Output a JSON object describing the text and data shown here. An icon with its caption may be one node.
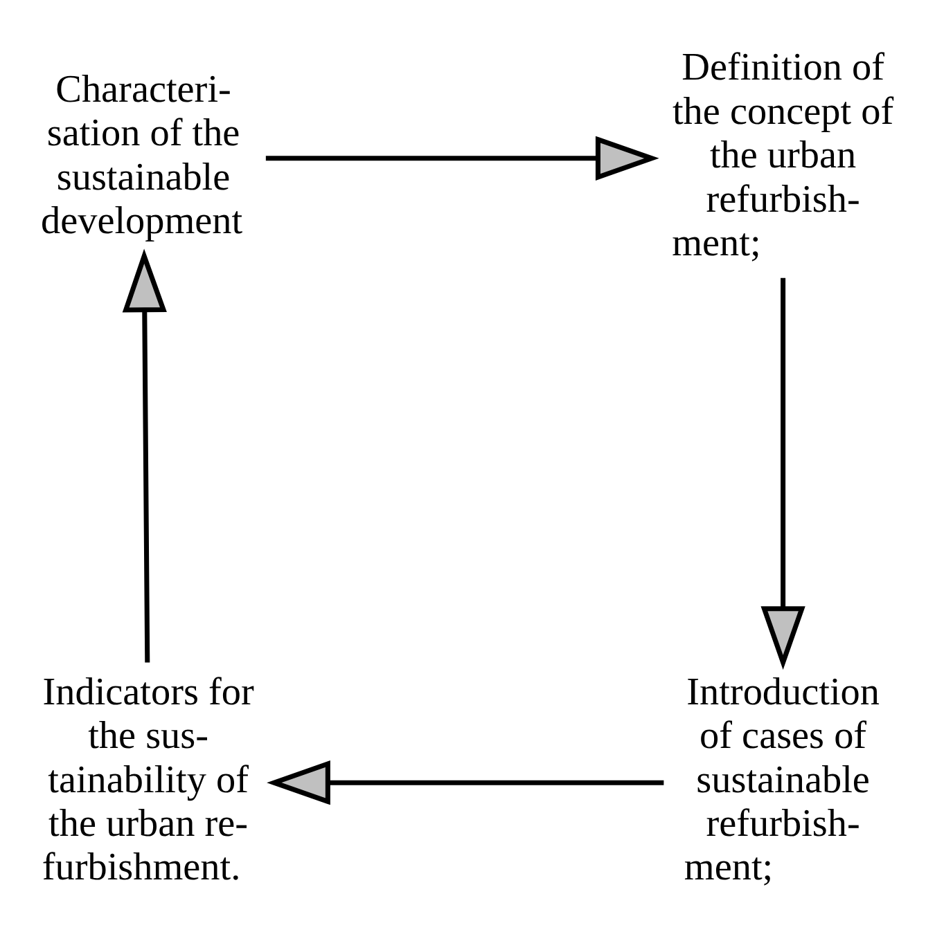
{
  "diagram": {
    "nodes": [
      {
        "text": [
          "Characteri-sation of the sustainable development"
        ]
      },
      {
        "text": [
          "Definition of the concept of the urban refurbish-ment;"
        ]
      },
      {
        "text": [
          "Introduction of cases of sustainable refurbish-ment;"
        ]
      },
      {
        "text": [
          "Indicators for the sus-tainability of the urban re-furbishment."
        ]
      }
    ],
    "edges": [
      {
        "from": 0,
        "to": 1,
        "arrow": "to"
      },
      {
        "from": 1,
        "to": 2,
        "arrow": "to"
      },
      {
        "from": 2,
        "to": 3,
        "arrow": "to"
      },
      {
        "from": 3,
        "to": 0,
        "arrow": "to"
      }
    ]
  }
}
